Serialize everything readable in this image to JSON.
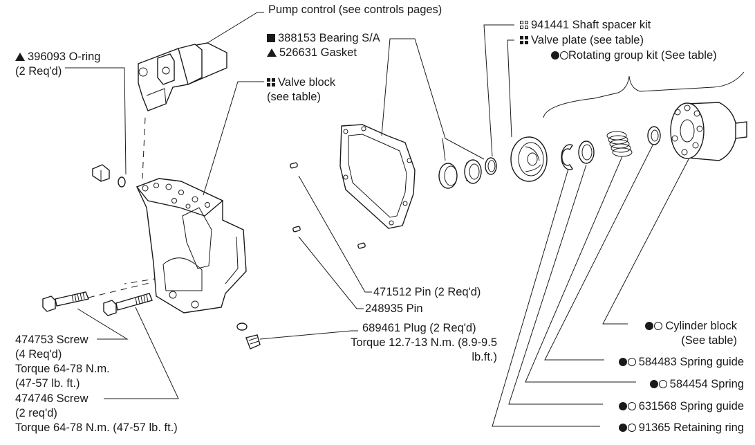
{
  "labels": {
    "pump_control": "Pump control (see controls pages)",
    "oring": [
      "396093 O-ring",
      "(2 Req'd)"
    ],
    "bearing": "388153 Bearing S/A",
    "gasket": "526631 Gasket",
    "valve_block": [
      "Valve block",
      "(see table)"
    ],
    "shaft_spacer": "941441 Shaft spacer kit",
    "valve_plate": "Valve plate  (see table)",
    "rotating_group": "Rotating group kit (See table)",
    "pin_471512": "471512 Pin (2 Req'd)",
    "pin_248935": "248935 Pin",
    "plug": [
      "689461 Plug  (2 Req'd)",
      "Torque 12.7-13 N.m. (8.9-9.5",
      "lb.ft.)"
    ],
    "screw_474753": [
      "474753 Screw",
      "(4 Req'd)",
      "Torque 64-78 N.m.",
      "(47-57 lb. ft.)"
    ],
    "screw_474746": [
      "474746 Screw",
      "(2 req'd)",
      "Torque 64-78 N.m. (47-57 lb. ft.)"
    ],
    "cylinder_block": [
      "Cylinder block",
      "(See table)"
    ],
    "spring_guide_584483": "584483 Spring guide",
    "spring_584454": "584454 Spring",
    "spring_guide_631568": "631568 Spring guide",
    "retaining_ring": "91365 Retaining ring"
  },
  "symbols": {
    "filled_square": "filled-square-icon",
    "filled_triangle": "filled-triangle-icon",
    "four_square": "four-square-icon",
    "open_four_square": "open-four-square-icon",
    "filled_circle": "filled-circle-icon",
    "open_circle": "open-circle-icon"
  }
}
